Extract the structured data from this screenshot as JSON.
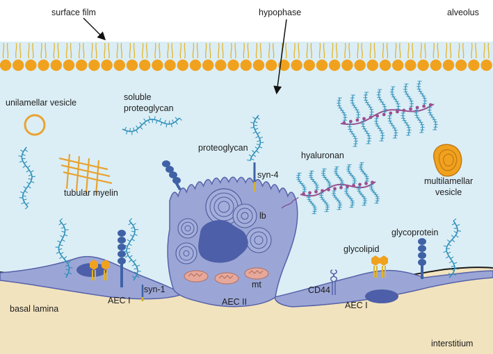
{
  "labels": {
    "surface_film": "surface film",
    "hypophase": "hypophase",
    "alveolus": "alveolus",
    "unilamellar_vesicle": "unilamellar vesicle",
    "soluble_proteoglycan_1": "soluble",
    "soluble_proteoglycan_2": "proteoglycan",
    "proteoglycan": "proteoglycan",
    "syn4": "syn-4",
    "hyaluronan": "hyaluronan",
    "tubular_myelin": "tubular myelin",
    "multilamellar_1": "multilamellar",
    "multilamellar_2": "vesicle",
    "lb": "lb",
    "mt": "mt",
    "glycoprotein": "glycoprotein",
    "glycolipid": "glycolipid",
    "syn1": "syn-1",
    "aec1_left": "AEC I",
    "aec2": "AEC II",
    "aec1_right": "AEC I",
    "cd44": "CD44",
    "basal_lamina": "basal lamina",
    "interstitium": "interstitium"
  },
  "colors": {
    "alveolus_bg": "#ffffff",
    "hypophase_bg": "#dbeef6",
    "interstitium_bg": "#f2e3bf",
    "lipid_head": "#f0a21f",
    "lipid_tail": "#e3b42a",
    "cell_fill": "#9ba6d6",
    "cell_stroke": "#5561a8",
    "nucleus": "#4d5fa8",
    "proteoglycan": "#2e8fb8",
    "hyaluronan_core": "#9a4f8f",
    "tubular_myelin": "#e8a330",
    "mitochondria": "#e6a89a",
    "glycoprotein": "#3f62a6"
  },
  "icons": [
    "lipid-monolayer",
    "proteoglycan-chain",
    "hyaluronan-chain",
    "tubular-myelin-lattice",
    "lamellar-body",
    "mitochondrion",
    "nucleus",
    "unilamellar-vesicle",
    "multilamellar-vesicle",
    "glycoprotein",
    "glycolipid",
    "cd44-receptor",
    "syndecan"
  ]
}
